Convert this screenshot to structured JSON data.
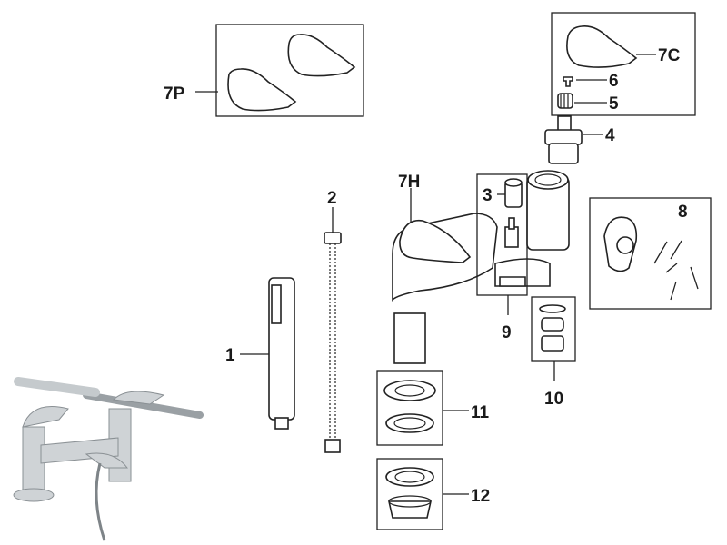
{
  "diagram": {
    "labels": {
      "p7P": "7P",
      "p7C": "7C",
      "p6": "6",
      "p5": "5",
      "p4": "4",
      "p7H": "7H",
      "p3": "3",
      "p2": "2",
      "p8": "8",
      "p1": "1",
      "p9": "9",
      "p10": "10",
      "p11": "11",
      "p12": "12"
    }
  }
}
